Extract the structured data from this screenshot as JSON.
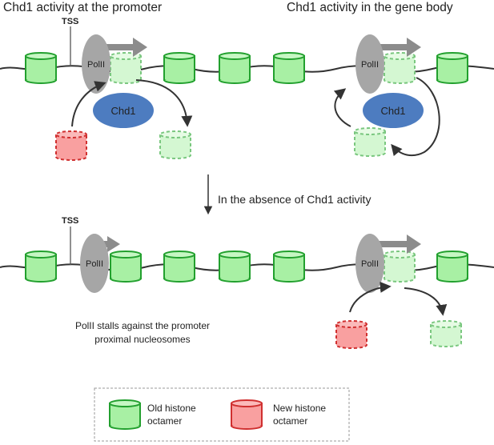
{
  "titles": {
    "promoter": "Chd1 activity at the promoter",
    "gene_body": "Chd1 activity in the gene body"
  },
  "labels": {
    "tss": "TSS",
    "polii": "PolII",
    "chd1": "Chd1",
    "transition": "In the absence of Chd1 activity",
    "stall_line1": "PolII stalls against the promoter",
    "stall_line2": "proximal nucleosomes"
  },
  "legend": {
    "old_line1": "Old histone",
    "old_line2": "octamer",
    "new_line1": "New histone",
    "new_line2": "octamer"
  },
  "colors": {
    "old_fill": "#a8f0a4",
    "old_stroke": "#22a02e",
    "new_fill": "#f9a0a0",
    "new_stroke": "#d03030",
    "chd1_fill": "#4d7cc0",
    "polii_fill": "#a6a6a6",
    "arrow_gray": "#8c8c8c",
    "faded_fill": "#d4f7d2",
    "faded_stroke": "#7ac77f"
  }
}
